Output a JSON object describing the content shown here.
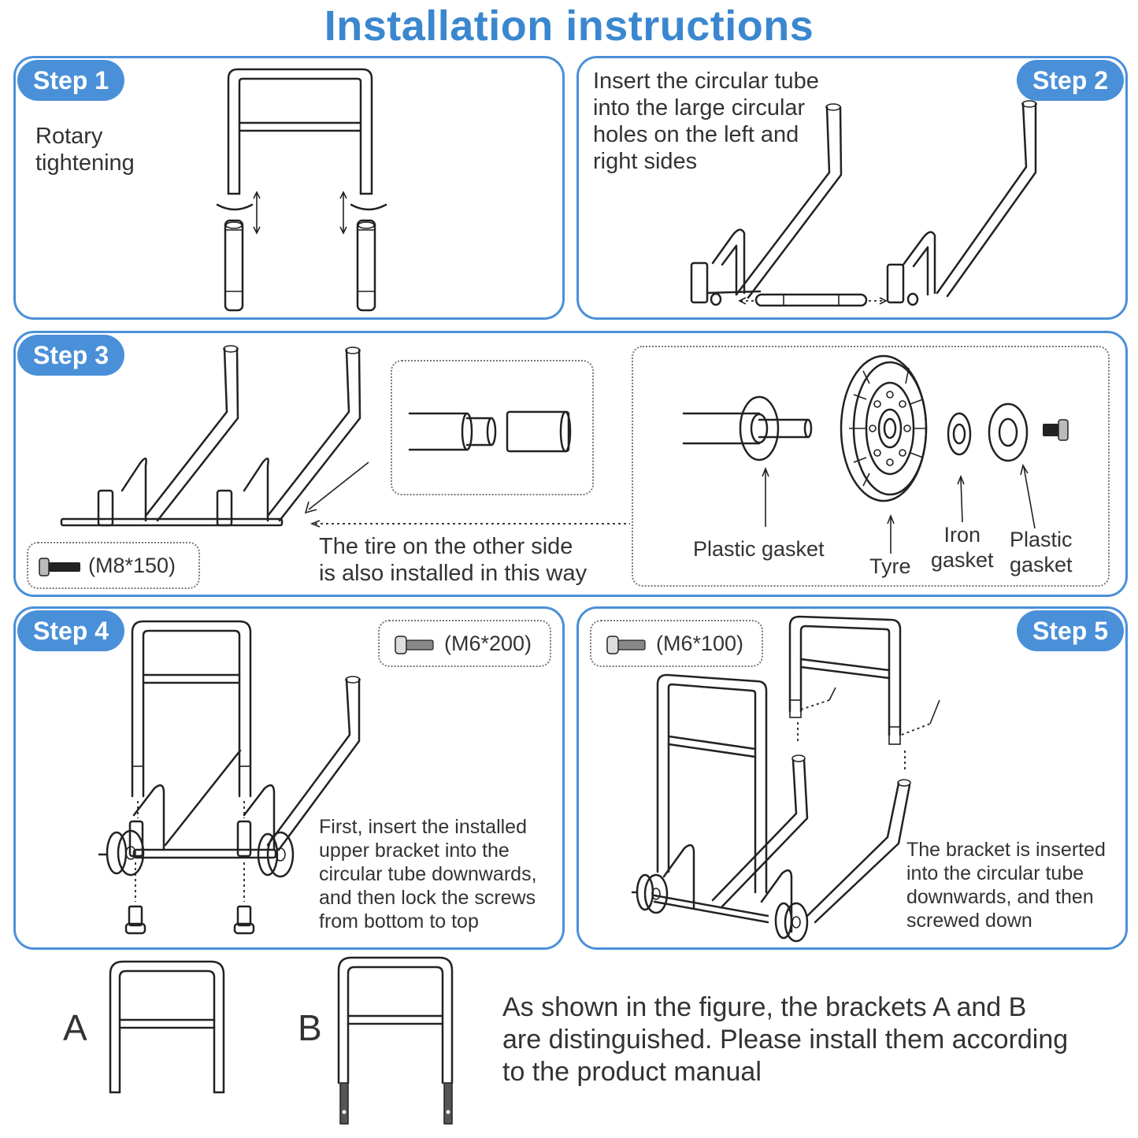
{
  "title": "Installation instructions",
  "step1": {
    "badge": "Step 1",
    "text": "Rotary\ntightening"
  },
  "step2": {
    "badge": "Step 2",
    "text": "Insert the circular tube\ninto the large circular\nholes on the left and\nright sides"
  },
  "step3": {
    "badge": "Step 3",
    "screw": "(M8*150)",
    "note": "The tire on the other side\nis also installed in this way",
    "labels": {
      "plastic_gasket_1": "Plastic gasket",
      "tyre": "Tyre",
      "iron_gasket": "Iron\ngasket",
      "plastic_gasket_2": "Plastic\ngasket"
    }
  },
  "step4": {
    "badge": "Step 4",
    "screw": "(M6*200)",
    "text": "First, insert the installed\nupper bracket into the\ncircular tube downwards,\nand then lock the screws\nfrom bottom to top"
  },
  "step5": {
    "badge": "Step 5",
    "screw": "(M6*100)",
    "text": "The bracket is inserted\ninto the circular tube\ndownwards, and then\nscrewed down"
  },
  "brackets": {
    "a": "A",
    "b": "B",
    "text": "As shown in the figure, the brackets A and B\nare distinguished. Please install them according\nto the product manual"
  },
  "colors": {
    "accent": "#4a90d9",
    "title": "#3a87cf"
  }
}
